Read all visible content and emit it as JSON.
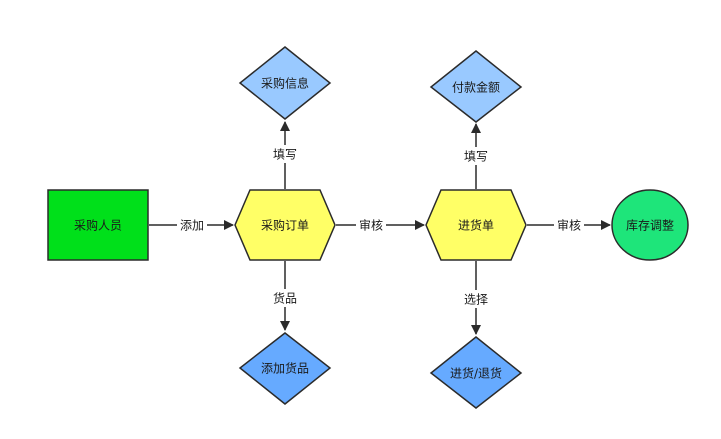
{
  "diagram": {
    "nodes": {
      "purchaser": {
        "label": "采购人员",
        "shape": "rect",
        "fill": "#00e01a",
        "stroke": "#2b2b2b"
      },
      "purchase_order": {
        "label": "采购订单",
        "shape": "hexagon",
        "fill": "#ffff66",
        "stroke": "#2b2b2b"
      },
      "purchase_info": {
        "label": "采购信息",
        "shape": "diamond",
        "fill": "#99c9ff",
        "stroke": "#2b2b2b"
      },
      "add_goods": {
        "label": "添加货品",
        "shape": "diamond",
        "fill": "#66aaff",
        "stroke": "#2b2b2b"
      },
      "receipt": {
        "label": "进货单",
        "shape": "hexagon",
        "fill": "#ffff66",
        "stroke": "#2b2b2b"
      },
      "payment_amount": {
        "label": "付款金额",
        "shape": "diamond",
        "fill": "#99c9ff",
        "stroke": "#2b2b2b"
      },
      "receive_return": {
        "label": "进货/退货",
        "shape": "diamond",
        "fill": "#66aaff",
        "stroke": "#2b2b2b"
      },
      "inventory_adjust": {
        "label": "库存调整",
        "shape": "ellipse",
        "fill": "#1ee57a",
        "stroke": "#2b2b2b"
      }
    },
    "edges": {
      "add": {
        "label": "添加"
      },
      "fill_in_1": {
        "label": "填写"
      },
      "goods": {
        "label": "货品"
      },
      "review_1": {
        "label": "审核"
      },
      "fill_in_2": {
        "label": "填写"
      },
      "select": {
        "label": "选择"
      },
      "review_2": {
        "label": "审核"
      }
    },
    "edge_color": "#2b2b2b"
  }
}
